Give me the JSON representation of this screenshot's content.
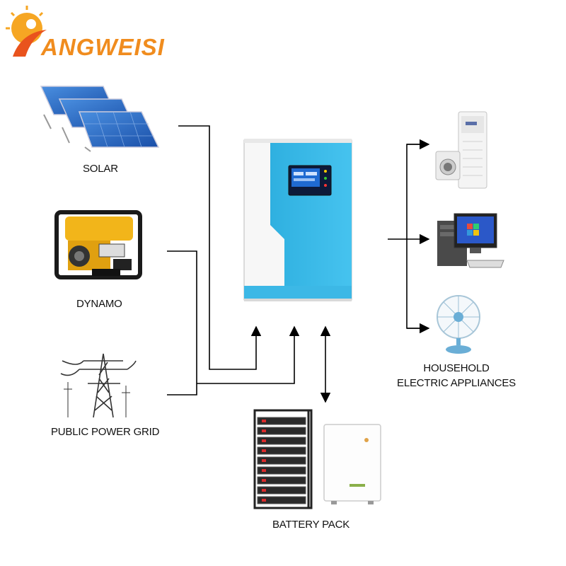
{
  "logo": {
    "text": "ANGWEISI",
    "primary_color": "#f08c1e",
    "accent_color": "#2a2a6e"
  },
  "sources": [
    {
      "label": "SOLAR",
      "icon": "solar-panel-icon"
    },
    {
      "label": "DYNAMO",
      "icon": "generator-icon"
    },
    {
      "label": "PUBLIC POWER GRID",
      "icon": "power-tower-icon"
    }
  ],
  "inverter": {
    "icon": "inverter-icon",
    "color": "#3cb8e6"
  },
  "battery": {
    "label": "BATTERY PACK",
    "icon": "battery-rack-icon"
  },
  "output": {
    "label_line1": "HOUSEHOLD",
    "label_line2": "ELECTRIC APPLIANCES",
    "appliances": [
      "air-conditioner-icon",
      "computer-icon",
      "fan-icon"
    ]
  }
}
